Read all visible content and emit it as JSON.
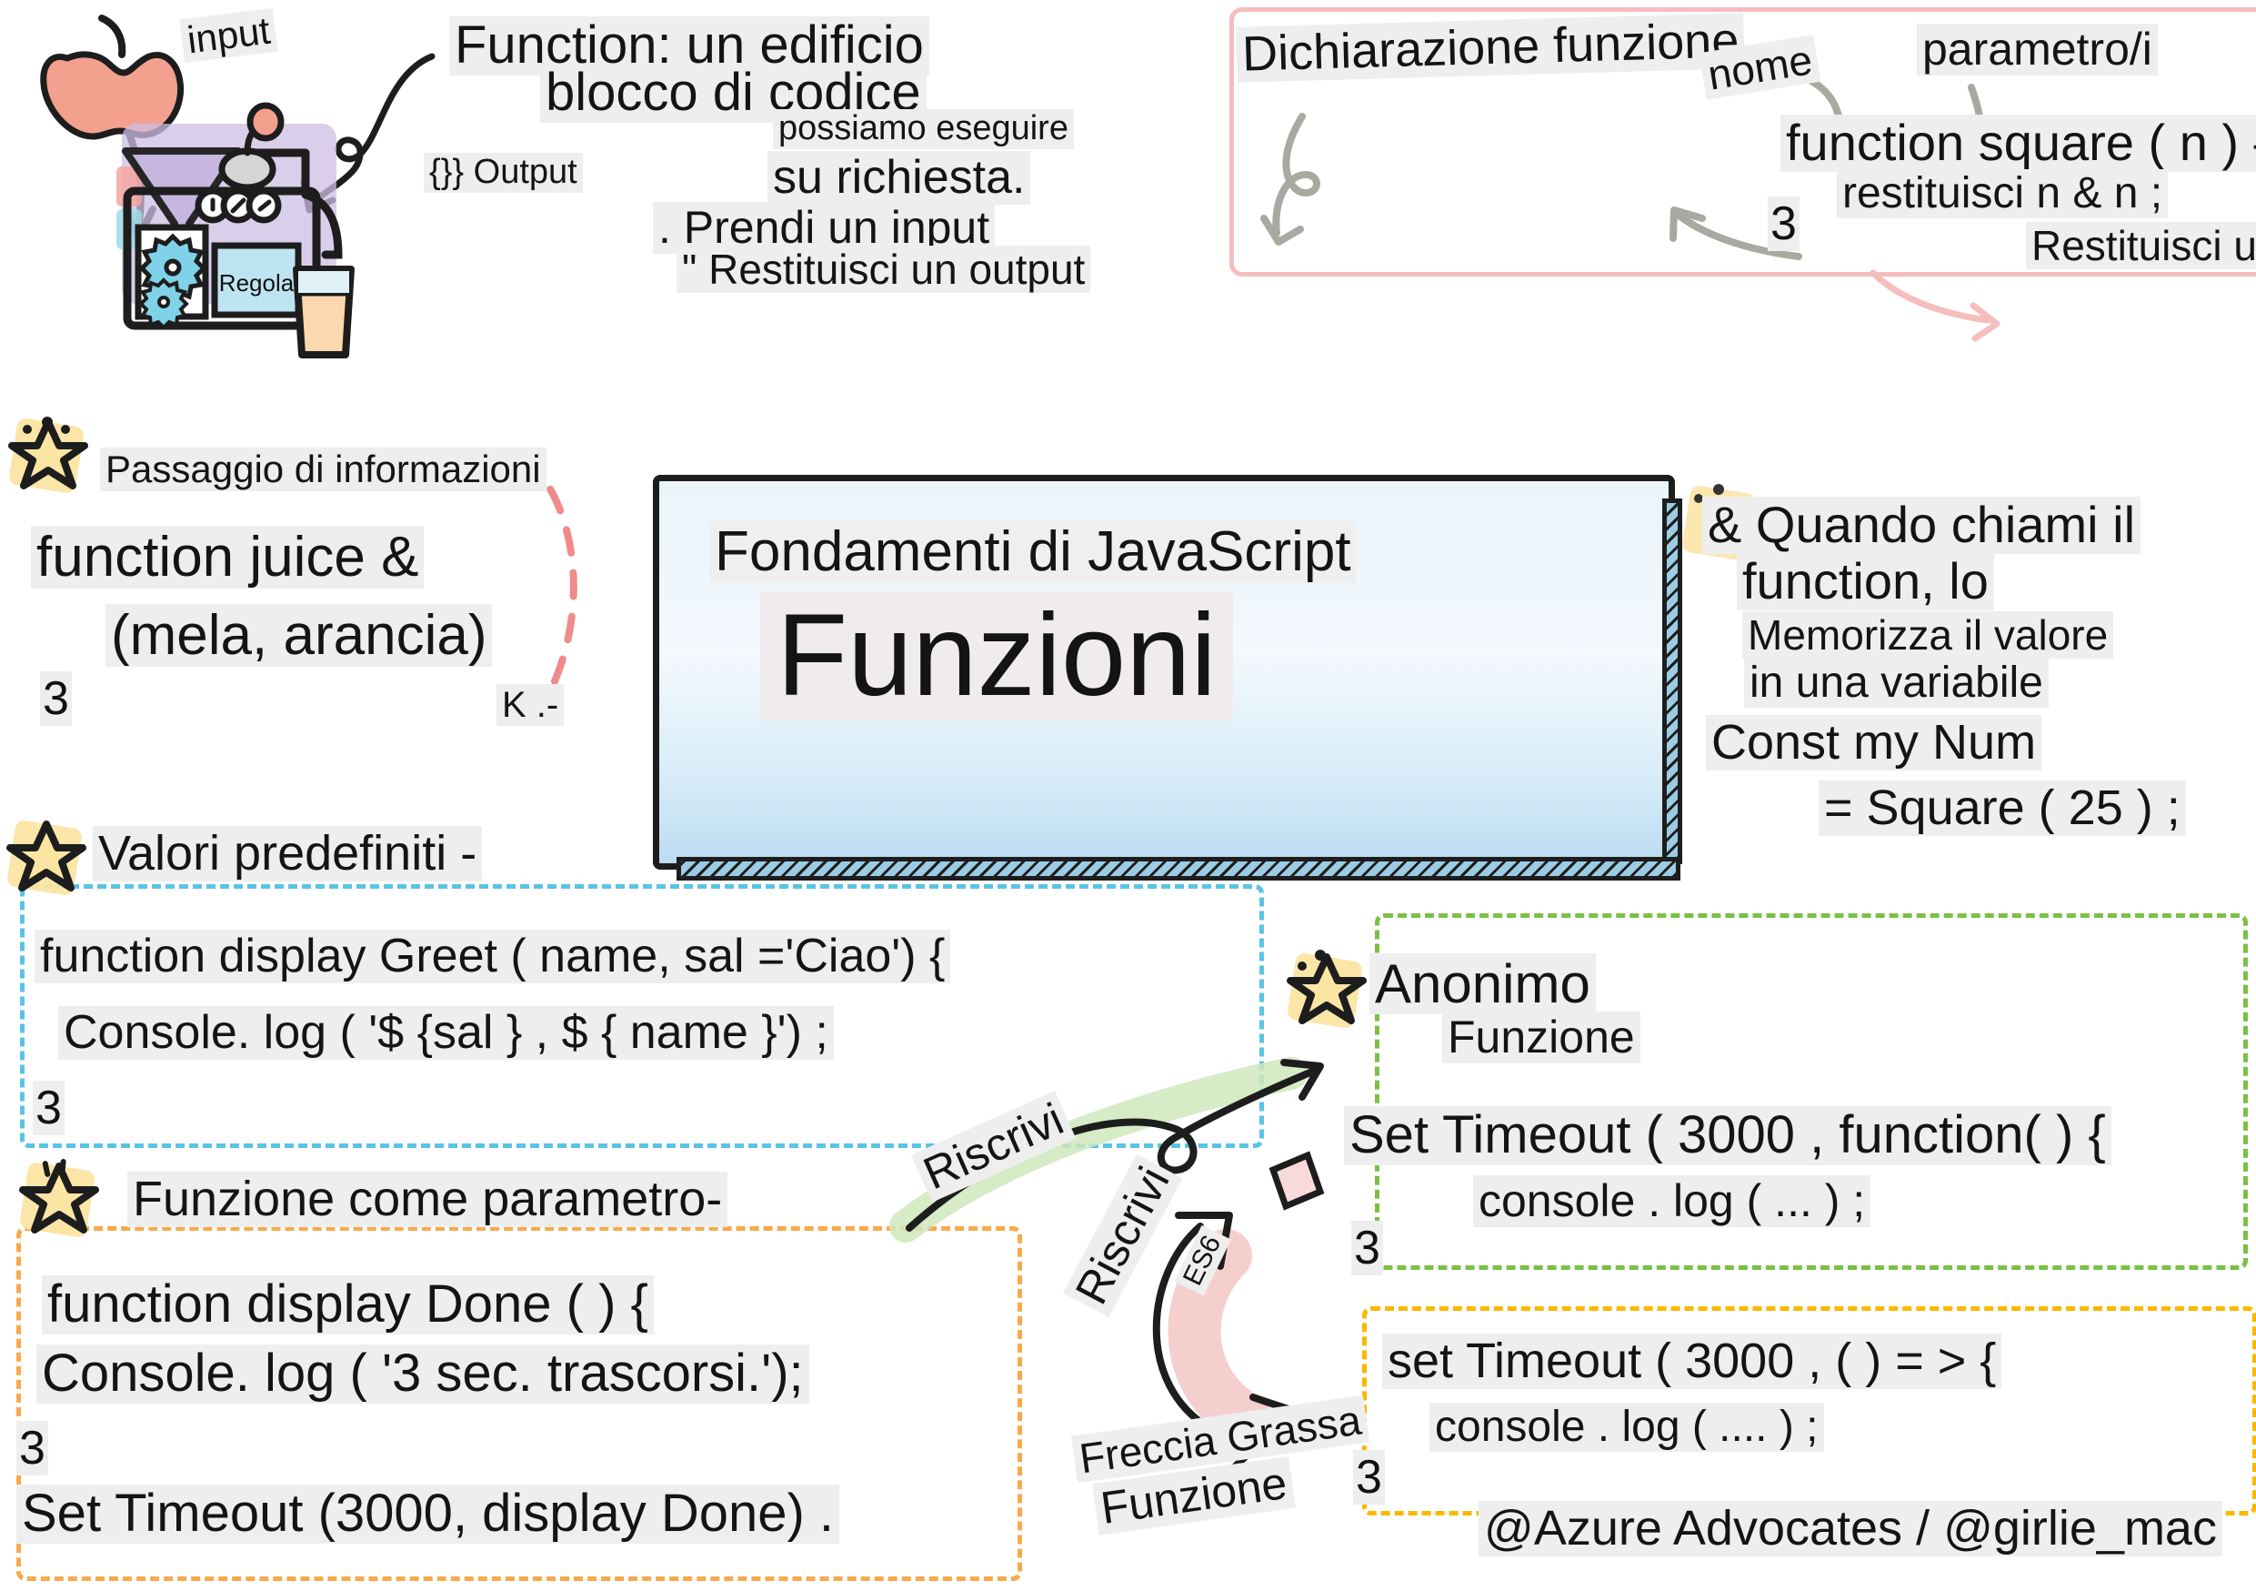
{
  "illustration": {
    "apple_label": "input",
    "machine_rule_label": "Regola",
    "output_label": "{}} Output"
  },
  "intro": {
    "line1": "Function: un edificio",
    "line2": "blocco di codice",
    "line3": "possiamo eseguire",
    "line4": "su richiesta.",
    "line5": ". Prendi un input",
    "line6": "\" Restituisci un output"
  },
  "declaration_box": {
    "title": "Dichiarazione funzione",
    "name_callout": "nome",
    "param_callout": "parametro/i",
    "code_line1": "function square ( n ) {",
    "code_line2": "restituisci n & n ;",
    "code_close": "3",
    "return_callout": "Restituisci un output"
  },
  "title_card": {
    "subtitle": "Fondamenti di JavaScript",
    "title": "Funzioni"
  },
  "passing_info": {
    "heading": "Passaggio di informazioni",
    "code_line1": "function juice &",
    "code_line2": "(mela, arancia)",
    "code_close": "3",
    "mark": "K .-"
  },
  "calling": {
    "line1": "& Quando chiami il",
    "line2": "function, lo",
    "line3": "Memorizza il valore",
    "line4": "in una variabile",
    "line5": "Const my Num",
    "line6": "= Square ( 25 ) ;"
  },
  "default_values": {
    "heading": "Valori predefiniti -",
    "code_line1": "function display Greet ( name, sal ='Ciao') {",
    "code_line2": "Console. log ( '$ {sal } , $ { name }') ;",
    "code_close": "3"
  },
  "function_as_param": {
    "heading": "Funzione come parametro-",
    "code_line1": "function display Done ( ) {",
    "code_line2": "Console. log ( '3 sec. trascorsi.');",
    "code_close": "3",
    "code_line3": "Set Timeout (3000, display Done) ."
  },
  "anonymous": {
    "heading_line1": "Anonimo",
    "heading_line2": "Funzione",
    "code_line1": "Set Timeout ( 3000 , function( ) {",
    "code_line2": "console . log ( ... ) ;",
    "code_close": "3"
  },
  "rewrite": {
    "label_top": "Riscrivi",
    "label_mid": "Riscrivi",
    "es6_label": "ES6",
    "fat_arrow_line1": "Freccia Grassa",
    "fat_arrow_line2": "Funzione"
  },
  "arrow_function": {
    "code_line1": "set Timeout ( 3000 , ( ) = > {",
    "code_line2": "console . log ( .... ) ;",
    "code_close": "3"
  },
  "credit": "@Azure Advocates / @girlie_mac",
  "colors": {
    "highlight": "#eeeeee",
    "pink_frame": "#f6bdbd",
    "blue_dash": "#5bc3e6",
    "green_dash": "#7bc043",
    "orange_dash": "#f9a94b",
    "yellow_dash": "#fbb800",
    "star_blob": "#fbe5a3",
    "ink": "#1d1d1d"
  }
}
